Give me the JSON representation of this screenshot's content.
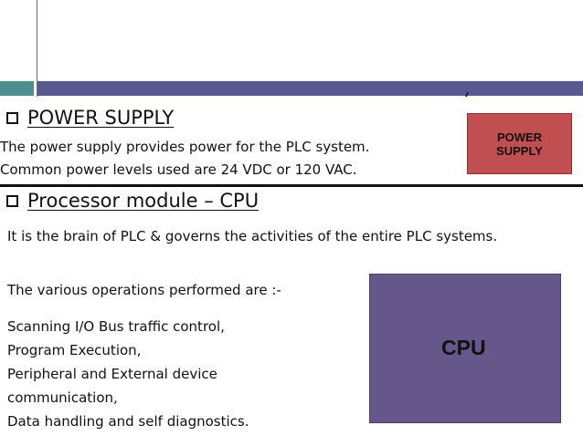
{
  "colors": {
    "teal_bar": "#4f8f91",
    "blue_bar": "#565a8f",
    "power_box": "#c24f50",
    "cpu_box": "#66578a"
  },
  "header": {
    "mark": ","
  },
  "power_supply": {
    "heading": "POWER SUPPLY",
    "lines": [
      "The power supply provides power for the PLC system.",
      "Common power levels used are 24 VDC or 120 VAC."
    ],
    "box_label_line1": "POWER",
    "box_label_line2": "SUPPLY"
  },
  "processor": {
    "heading": "Processor module – CPU",
    "description": "It is the brain of PLC & governs the activities of the entire PLC systems.",
    "operations_intro": "The various operations performed are :-",
    "operations": [
      "Scanning I/O Bus traffic control,",
      "Program Execution,",
      "Peripheral and External device",
      "communication,",
      "Data handling and self diagnostics."
    ],
    "box_label": "CPU"
  }
}
